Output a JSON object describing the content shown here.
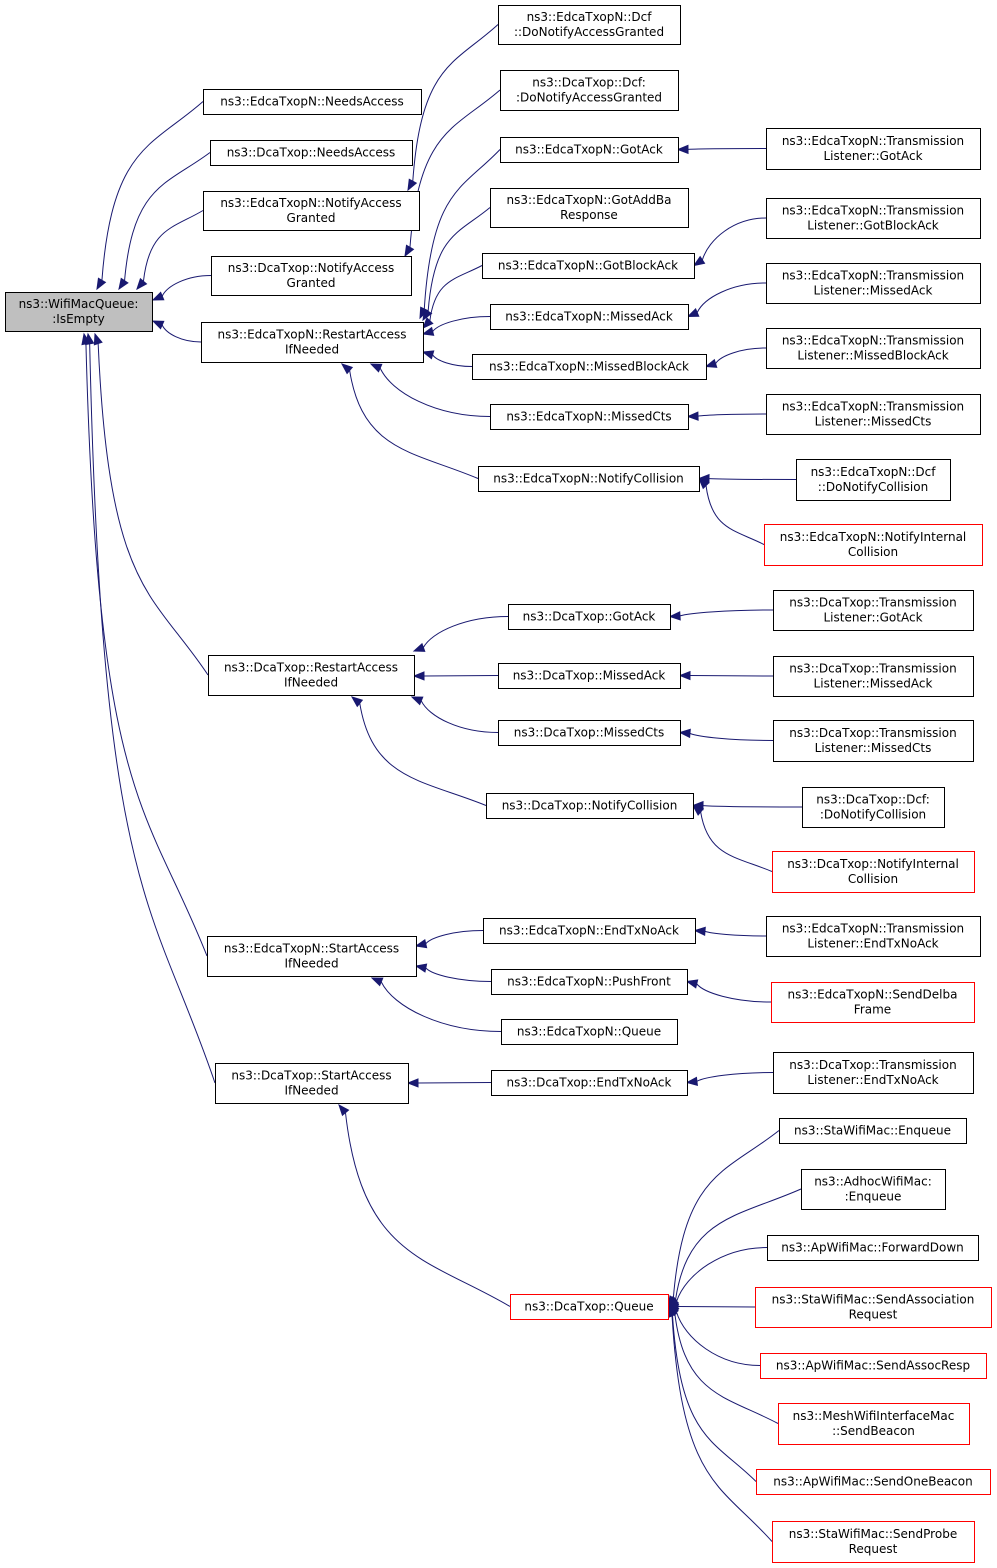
{
  "diagram": {
    "type": "call-graph",
    "colors": {
      "edge": "#191970",
      "root_fill": "#bfbfbf",
      "truncated_border": "#ff0000",
      "border": "#000000"
    },
    "nodes": [
      {
        "id": "root",
        "lines": [
          "ns3::WifiMacQueue:",
          ":IsEmpty"
        ],
        "root": true
      },
      {
        "id": "e_needs",
        "lines": [
          "ns3::EdcaTxopN::NeedsAccess"
        ]
      },
      {
        "id": "d_needs",
        "lines": [
          "ns3::DcaTxop::NeedsAccess"
        ]
      },
      {
        "id": "e_notifyacc",
        "lines": [
          "ns3::EdcaTxopN::NotifyAccess",
          "Granted"
        ]
      },
      {
        "id": "d_notifyacc",
        "lines": [
          "ns3::DcaTxop::NotifyAccess",
          "Granted"
        ]
      },
      {
        "id": "e_restart",
        "lines": [
          "ns3::EdcaTxopN::RestartAccess",
          "IfNeeded"
        ]
      },
      {
        "id": "d_restart",
        "lines": [
          "ns3::DcaTxop::RestartAccess",
          "IfNeeded"
        ]
      },
      {
        "id": "e_start",
        "lines": [
          "ns3::EdcaTxopN::StartAccess",
          "IfNeeded"
        ]
      },
      {
        "id": "d_start",
        "lines": [
          "ns3::DcaTxop::StartAccess",
          "IfNeeded"
        ]
      },
      {
        "id": "e_dcf_dona",
        "lines": [
          "ns3::EdcaTxopN::Dcf",
          "::DoNotifyAccessGranted"
        ]
      },
      {
        "id": "d_dcf_dona",
        "lines": [
          "ns3::DcaTxop::Dcf:",
          ":DoNotifyAccessGranted"
        ]
      },
      {
        "id": "e_gotack",
        "lines": [
          "ns3::EdcaTxopN::GotAck"
        ]
      },
      {
        "id": "e_gotaddba",
        "lines": [
          "ns3::EdcaTxopN::GotAddBa",
          "Response"
        ]
      },
      {
        "id": "e_gotblock",
        "lines": [
          "ns3::EdcaTxopN::GotBlockAck"
        ]
      },
      {
        "id": "e_missedack",
        "lines": [
          "ns3::EdcaTxopN::MissedAck"
        ]
      },
      {
        "id": "e_missedblock",
        "lines": [
          "ns3::EdcaTxopN::MissedBlockAck"
        ]
      },
      {
        "id": "e_missedcts",
        "lines": [
          "ns3::EdcaTxopN::MissedCts"
        ]
      },
      {
        "id": "e_notifycoll",
        "lines": [
          "ns3::EdcaTxopN::NotifyCollision"
        ]
      },
      {
        "id": "e_tl_gotack",
        "lines": [
          "ns3::EdcaTxopN::Transmission",
          "Listener::GotAck"
        ]
      },
      {
        "id": "e_tl_gotblock",
        "lines": [
          "ns3::EdcaTxopN::Transmission",
          "Listener::GotBlockAck"
        ]
      },
      {
        "id": "e_tl_missedack",
        "lines": [
          "ns3::EdcaTxopN::Transmission",
          "Listener::MissedAck"
        ]
      },
      {
        "id": "e_tl_missedblock",
        "lines": [
          "ns3::EdcaTxopN::Transmission",
          "Listener::MissedBlockAck"
        ]
      },
      {
        "id": "e_tl_missedcts",
        "lines": [
          "ns3::EdcaTxopN::Transmission",
          "Listener::MissedCts"
        ]
      },
      {
        "id": "e_dcf_donc",
        "lines": [
          "ns3::EdcaTxopN::Dcf",
          "::DoNotifyCollision"
        ]
      },
      {
        "id": "e_notifyint",
        "lines": [
          "ns3::EdcaTxopN::NotifyInternal",
          "Collision"
        ],
        "red": true
      },
      {
        "id": "d_gotack",
        "lines": [
          "ns3::DcaTxop::GotAck"
        ]
      },
      {
        "id": "d_missedack",
        "lines": [
          "ns3::DcaTxop::MissedAck"
        ]
      },
      {
        "id": "d_missedcts",
        "lines": [
          "ns3::DcaTxop::MissedCts"
        ]
      },
      {
        "id": "d_notifycoll",
        "lines": [
          "ns3::DcaTxop::NotifyCollision"
        ]
      },
      {
        "id": "d_tl_gotack",
        "lines": [
          "ns3::DcaTxop::Transmission",
          "Listener::GotAck"
        ]
      },
      {
        "id": "d_tl_missedack",
        "lines": [
          "ns3::DcaTxop::Transmission",
          "Listener::MissedAck"
        ]
      },
      {
        "id": "d_tl_missedcts",
        "lines": [
          "ns3::DcaTxop::Transmission",
          "Listener::MissedCts"
        ]
      },
      {
        "id": "d_dcf_donc",
        "lines": [
          "ns3::DcaTxop::Dcf:",
          ":DoNotifyCollision"
        ]
      },
      {
        "id": "d_notifyint",
        "lines": [
          "ns3::DcaTxop::NotifyInternal",
          "Collision"
        ],
        "red": true
      },
      {
        "id": "e_endtx",
        "lines": [
          "ns3::EdcaTxopN::EndTxNoAck"
        ]
      },
      {
        "id": "e_pushfront",
        "lines": [
          "ns3::EdcaTxopN::PushFront"
        ]
      },
      {
        "id": "e_queue",
        "lines": [
          "ns3::EdcaTxopN::Queue"
        ]
      },
      {
        "id": "e_tl_endtx",
        "lines": [
          "ns3::EdcaTxopN::Transmission",
          "Listener::EndTxNoAck"
        ]
      },
      {
        "id": "e_senddelba",
        "lines": [
          "ns3::EdcaTxopN::SendDelba",
          "Frame"
        ],
        "red": true
      },
      {
        "id": "d_endtx",
        "lines": [
          "ns3::DcaTxop::EndTxNoAck"
        ]
      },
      {
        "id": "d_tl_endtx",
        "lines": [
          "ns3::DcaTxop::Transmission",
          "Listener::EndTxNoAck"
        ]
      },
      {
        "id": "d_queue",
        "lines": [
          "ns3::DcaTxop::Queue"
        ],
        "red": true
      },
      {
        "id": "sta_enqueue",
        "lines": [
          "ns3::StaWifiMac::Enqueue"
        ]
      },
      {
        "id": "adhoc_enqueue",
        "lines": [
          "ns3::AdhocWifiMac:",
          ":Enqueue"
        ]
      },
      {
        "id": "ap_forward",
        "lines": [
          "ns3::ApWifiMac::ForwardDown"
        ]
      },
      {
        "id": "sta_sendassoc",
        "lines": [
          "ns3::StaWifiMac::SendAssociation",
          "Request"
        ],
        "red": true
      },
      {
        "id": "ap_sendassocresp",
        "lines": [
          "ns3::ApWifiMac::SendAssocResp"
        ],
        "red": true
      },
      {
        "id": "mesh_sendbeacon",
        "lines": [
          "ns3::MeshWifiInterfaceMac",
          "::SendBeacon"
        ],
        "red": true
      },
      {
        "id": "ap_sendonebeacon",
        "lines": [
          "ns3::ApWifiMac::SendOneBeacon"
        ],
        "red": true
      },
      {
        "id": "sta_sendprobe",
        "lines": [
          "ns3::StaWifiMac::SendProbe",
          "Request"
        ],
        "red": true
      }
    ],
    "edges": [
      [
        "e_needs",
        "root"
      ],
      [
        "d_needs",
        "root"
      ],
      [
        "e_notifyacc",
        "root"
      ],
      [
        "d_notifyacc",
        "root"
      ],
      [
        "e_restart",
        "root"
      ],
      [
        "d_restart",
        "root"
      ],
      [
        "e_start",
        "root"
      ],
      [
        "d_start",
        "root"
      ],
      [
        "e_dcf_dona",
        "e_notifyacc"
      ],
      [
        "d_dcf_dona",
        "d_notifyacc"
      ],
      [
        "e_gotack",
        "e_restart"
      ],
      [
        "e_gotaddba",
        "e_restart"
      ],
      [
        "e_gotblock",
        "e_restart"
      ],
      [
        "e_missedack",
        "e_restart"
      ],
      [
        "e_missedblock",
        "e_restart"
      ],
      [
        "e_missedcts",
        "e_restart"
      ],
      [
        "e_notifycoll",
        "e_restart"
      ],
      [
        "e_tl_gotack",
        "e_gotack"
      ],
      [
        "e_tl_gotblock",
        "e_gotblock"
      ],
      [
        "e_tl_missedack",
        "e_missedack"
      ],
      [
        "e_tl_missedblock",
        "e_missedblock"
      ],
      [
        "e_tl_missedcts",
        "e_missedcts"
      ],
      [
        "e_dcf_donc",
        "e_notifycoll"
      ],
      [
        "e_notifyint",
        "e_notifycoll"
      ],
      [
        "d_gotack",
        "d_restart"
      ],
      [
        "d_missedack",
        "d_restart"
      ],
      [
        "d_missedcts",
        "d_restart"
      ],
      [
        "d_notifycoll",
        "d_restart"
      ],
      [
        "d_tl_gotack",
        "d_gotack"
      ],
      [
        "d_tl_missedack",
        "d_missedack"
      ],
      [
        "d_tl_missedcts",
        "d_missedcts"
      ],
      [
        "d_dcf_donc",
        "d_notifycoll"
      ],
      [
        "d_notifyint",
        "d_notifycoll"
      ],
      [
        "e_endtx",
        "e_start"
      ],
      [
        "e_pushfront",
        "e_start"
      ],
      [
        "e_queue",
        "e_start"
      ],
      [
        "e_tl_endtx",
        "e_endtx"
      ],
      [
        "e_senddelba",
        "e_pushfront"
      ],
      [
        "d_endtx",
        "d_start"
      ],
      [
        "d_queue",
        "d_start"
      ],
      [
        "d_tl_endtx",
        "d_endtx"
      ],
      [
        "sta_enqueue",
        "d_queue"
      ],
      [
        "adhoc_enqueue",
        "d_queue"
      ],
      [
        "ap_forward",
        "d_queue"
      ],
      [
        "sta_sendassoc",
        "d_queue"
      ],
      [
        "ap_sendassocresp",
        "d_queue"
      ],
      [
        "mesh_sendbeacon",
        "d_queue"
      ],
      [
        "ap_sendonebeacon",
        "d_queue"
      ],
      [
        "sta_sendprobe",
        "d_queue"
      ]
    ]
  }
}
